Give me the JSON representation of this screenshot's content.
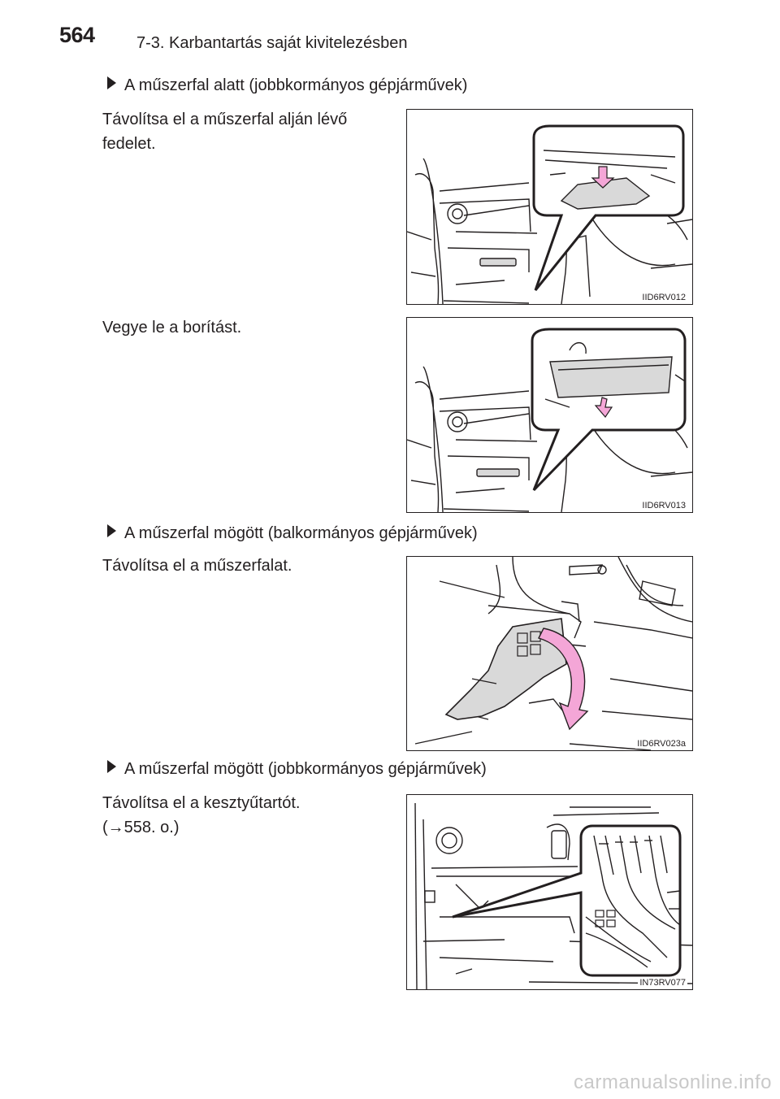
{
  "header": {
    "page_number": "564",
    "section_title": "7-3. Karbantartás saját kivitelezésben"
  },
  "sections": [
    {
      "heading": "A műszerfal alatt (jobbkormányos gépjárművek)",
      "steps": [
        {
          "text_lines": [
            "Távolítsa el a műszerfal alján lévő",
            "fedelet."
          ],
          "figure_code": "IID6RV012"
        },
        {
          "text_lines": [
            "Vegye le a borítást."
          ],
          "figure_code": "IID6RV013"
        }
      ]
    },
    {
      "heading": "A műszerfal mögött (balkormányos gépjárművek)",
      "steps": [
        {
          "text_lines": [
            "Távolítsa el a műszerfalat."
          ],
          "figure_code": "IID6RV023a"
        }
      ]
    },
    {
      "heading": "A műszerfal mögött (jobbkormányos gépjárművek)",
      "steps": [
        {
          "text_lines": [
            "Távolítsa el a kesztyűtartót.",
            "(→558. o.)"
          ],
          "figure_code": "IN73RV077"
        }
      ]
    }
  ],
  "watermark": "carmanualsonline.info",
  "colors": {
    "text": "#231f20",
    "highlight_pink": "#f4a6d7",
    "part_gray": "#d9d9d9",
    "watermark": "#c9c9c9"
  }
}
